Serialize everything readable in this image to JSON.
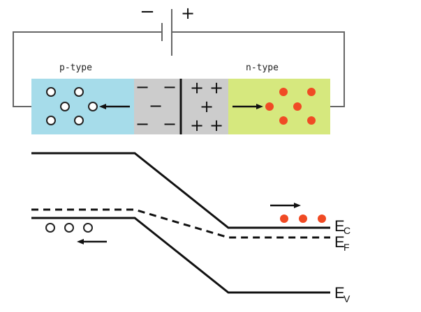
{
  "title": "p-n junction under reverse bias with band diagram",
  "battery": {
    "negative_sign": "−",
    "positive_sign": "+"
  },
  "regions": {
    "p_type": {
      "label": "p-type",
      "color": "#a6dcea",
      "carrier": "hole",
      "carrier_count": 6
    },
    "depletion": {
      "color": "#cccccc",
      "left_charges": [
        "−",
        "−",
        "−",
        "−",
        "−"
      ],
      "right_charges": [
        "+",
        "+",
        "+",
        "+",
        "+"
      ]
    },
    "n_type": {
      "label": "n-type",
      "color": "#d6e87e",
      "carrier": "electron",
      "carrier_count": 6
    }
  },
  "colors": {
    "electron": "#f04a24",
    "hole_fill": "#ffffff",
    "line": "#111111",
    "wire": "#666666"
  },
  "band_diagram": {
    "levels": [
      {
        "name": "conduction-band",
        "label": "E",
        "subscript": "C",
        "style": "solid"
      },
      {
        "name": "fermi-level",
        "label": "E",
        "subscript": "F",
        "style": "dashed"
      },
      {
        "name": "valence-band",
        "label": "E",
        "subscript": "V",
        "style": "solid"
      }
    ],
    "p_side_holes": 3,
    "n_side_electrons": 3
  }
}
